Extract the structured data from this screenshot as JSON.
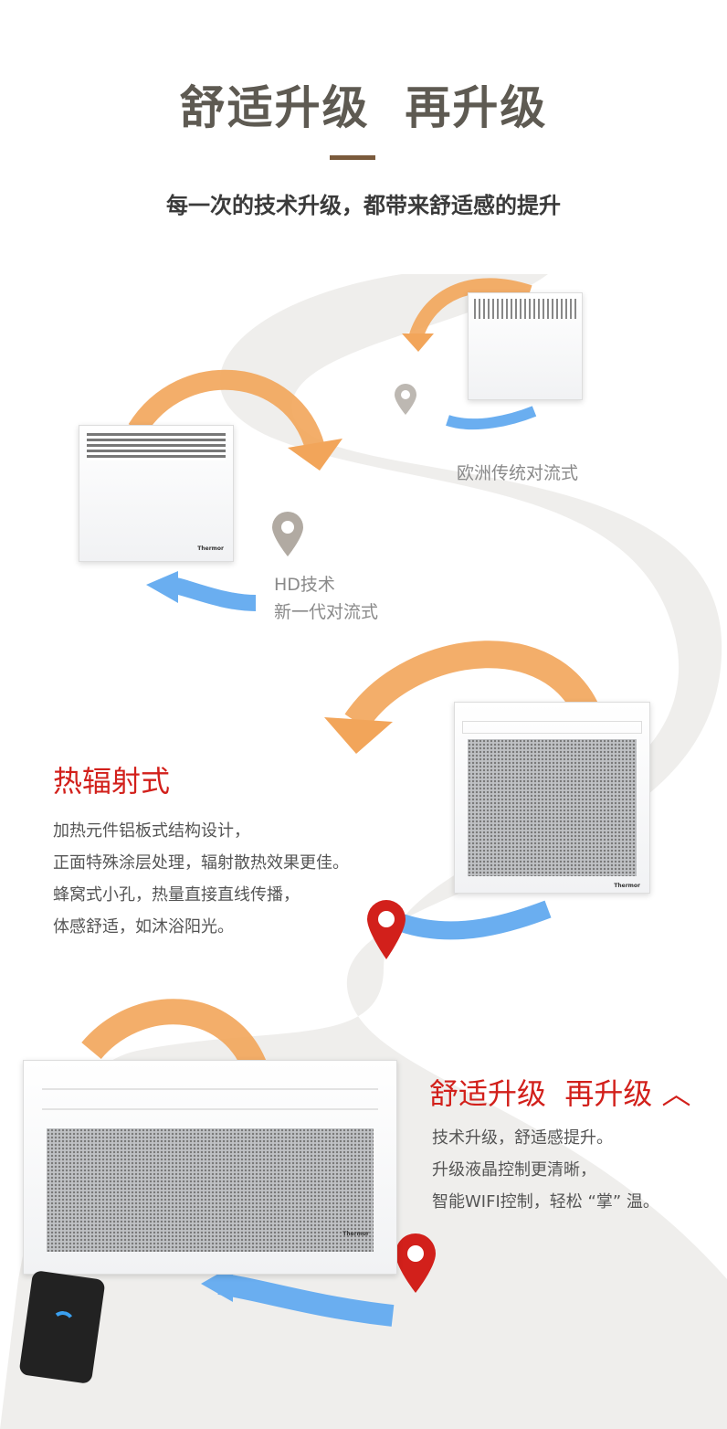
{
  "header": {
    "title": "舒适升级  再升级",
    "subtitle": "每一次的技术升级，都带来舒适感的提升"
  },
  "stages": [
    {
      "label": "欧洲传统对流式"
    },
    {
      "label_line1": "HD技术",
      "label_line2": "新一代对流式"
    },
    {
      "heading": "热辐射式",
      "lines": [
        "加热元件铝板式结构设计，",
        "正面特殊涂层处理，辐射散热效果更佳。",
        "蜂窝式小孔，热量直接直线传播，",
        "体感舒适，如沐浴阳光。"
      ]
    },
    {
      "heading": "舒适升级  再升级",
      "lines": [
        "技术升级，舒适感提升。",
        "升级液晶控制更清晰，",
        "智能WIFI控制，轻松 “掌” 温。"
      ]
    }
  ],
  "brand": "Thermor",
  "colors": {
    "title": "#5e5a52",
    "accent_red": "#d2201b",
    "warm_arrow": "#f2a55a",
    "cool_arrow": "#6aaef0"
  }
}
